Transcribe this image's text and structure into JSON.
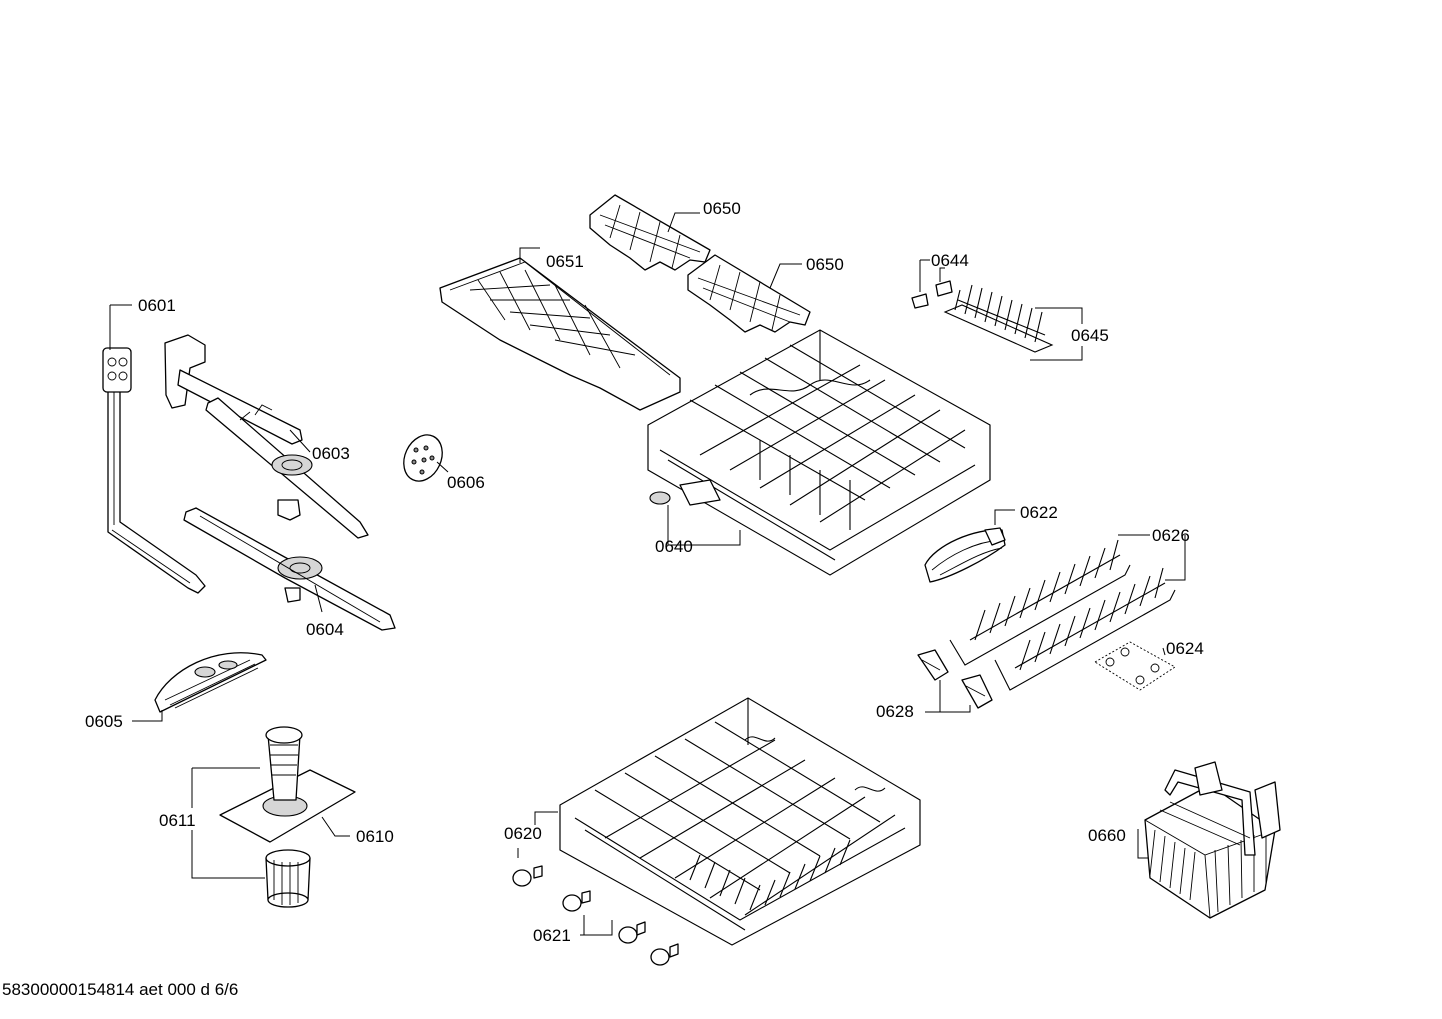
{
  "footer_text": "58300000154814 aet 000 d 6/6",
  "parts": {
    "p0601": "0601",
    "p0603": "0603",
    "p0604": "0604",
    "p0605": "0605",
    "p0606": "0606",
    "p0610": "0610",
    "p0611": "0611",
    "p0620": "0620",
    "p0621": "0621",
    "p0622": "0622",
    "p0624": "0624",
    "p0626": "0626",
    "p0628": "0628",
    "p0640": "0640",
    "p0644": "0644",
    "p0645": "0645",
    "p0650a": "0650",
    "p0650b": "0650",
    "p0651": "0651",
    "p0660": "0660"
  }
}
